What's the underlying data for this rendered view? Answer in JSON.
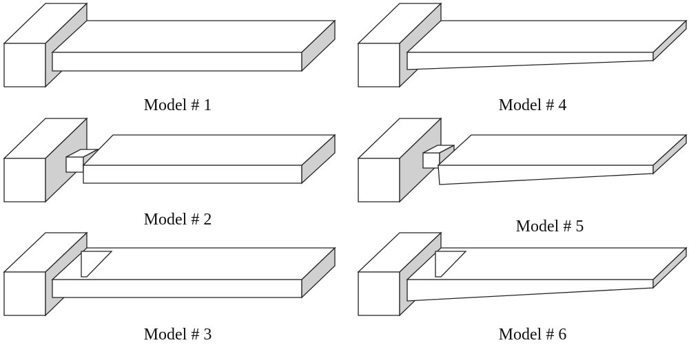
{
  "figure": {
    "models": [
      {
        "id": "model-1",
        "caption": "Model # 1",
        "beam": "uniform",
        "notch": "none"
      },
      {
        "id": "model-2",
        "caption": "Model # 2",
        "beam": "uniform",
        "notch": "rectangular"
      },
      {
        "id": "model-3",
        "caption": "Model # 3",
        "beam": "uniform",
        "notch": "triangular"
      },
      {
        "id": "model-4",
        "caption": "Model # 4",
        "beam": "tapered",
        "notch": "none"
      },
      {
        "id": "model-5",
        "caption": "Model # 5",
        "beam": "tapered",
        "notch": "rectangular"
      },
      {
        "id": "model-6",
        "caption": "Model # 6",
        "beam": "tapered",
        "notch": "triangular"
      }
    ],
    "colors": {
      "face_white": "#ffffff",
      "face_shaded": "#d0d0d0",
      "outline": "#222222",
      "text": "#111111"
    }
  }
}
